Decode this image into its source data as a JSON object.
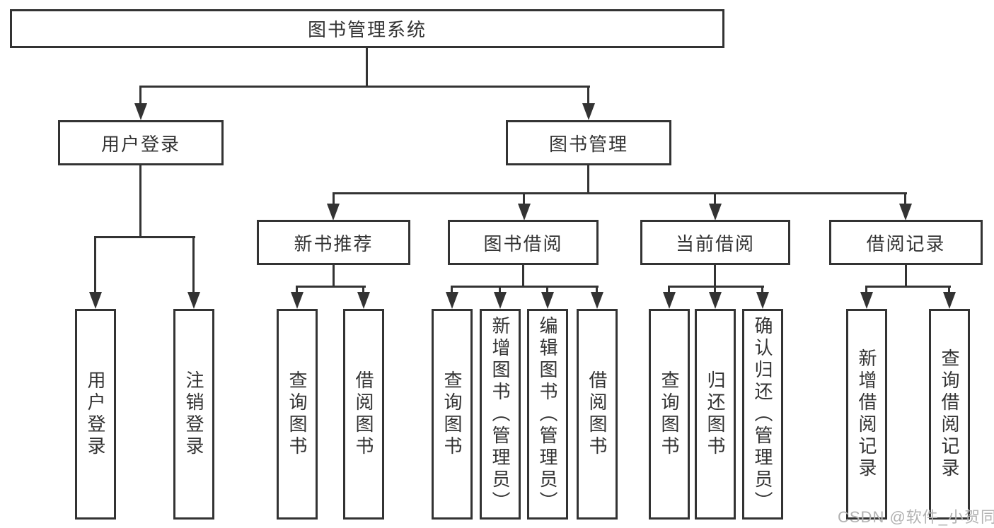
{
  "diagram_title": "图书管理系统",
  "hierarchy": {
    "label": "图书管理系统",
    "children": [
      {
        "label": "用户登录",
        "children": [
          {
            "label": "用户登录"
          },
          {
            "label": "注销登录"
          }
        ]
      },
      {
        "label": "图书管理",
        "children": [
          {
            "label": "新书推荐",
            "children": [
              {
                "label": "查询图书"
              },
              {
                "label": "借阅图书"
              }
            ]
          },
          {
            "label": "图书借阅",
            "children": [
              {
                "label": "查询图书"
              },
              {
                "label": "新增图书（管理员）"
              },
              {
                "label": "编辑图书（管理员）"
              },
              {
                "label": "借阅图书"
              }
            ]
          },
          {
            "label": "当前借阅",
            "children": [
              {
                "label": "查询图书"
              },
              {
                "label": "归还图书"
              },
              {
                "label": "确认归还（管理员）"
              }
            ]
          },
          {
            "label": "借阅记录",
            "children": [
              {
                "label": "新增借阅记录"
              },
              {
                "label": "查询借阅记录"
              }
            ]
          }
        ]
      }
    ]
  },
  "watermark": {
    "text": "CSDN @软件_小贺同学"
  },
  "colors": {
    "line": "#333333",
    "box_background": "#ffffff",
    "text": "#333333",
    "watermark": "#b2b2b2",
    "page_background": "#ffffff"
  }
}
